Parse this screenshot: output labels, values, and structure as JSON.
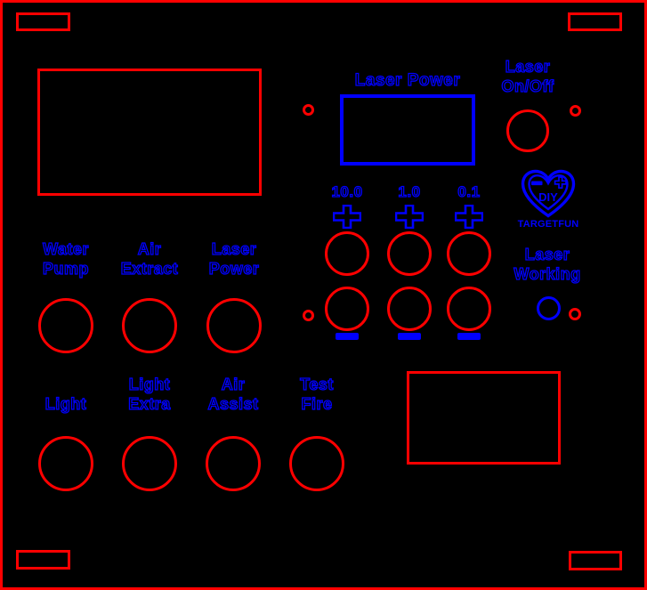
{
  "colors": {
    "cut_red": "#ff0000",
    "engrave_blue": "#0000ff",
    "background": "#000000"
  },
  "display": {
    "title": "Laser Power"
  },
  "laser_on_off": {
    "line1": "Laser",
    "line2": "On/Off"
  },
  "logo": {
    "text": "DIY",
    "brand": "TARGETFUN"
  },
  "adjust": {
    "columns": [
      {
        "step": "10.0"
      },
      {
        "step": "1.0"
      },
      {
        "step": "0.1"
      }
    ]
  },
  "laser_working": {
    "line1": "Laser",
    "line2": "Working"
  },
  "buttons_row1": [
    {
      "line1": "Water",
      "line2": "Pump"
    },
    {
      "line1": "Air",
      "line2": "Extract"
    },
    {
      "line1": "Laser",
      "line2": "Power"
    }
  ],
  "buttons_row2": [
    {
      "line1": "",
      "line2": "Light"
    },
    {
      "line1": "Light",
      "line2": "Extra"
    },
    {
      "line1": "Air",
      "line2": "Assist"
    },
    {
      "line1": "Test",
      "line2": "Fire"
    }
  ]
}
